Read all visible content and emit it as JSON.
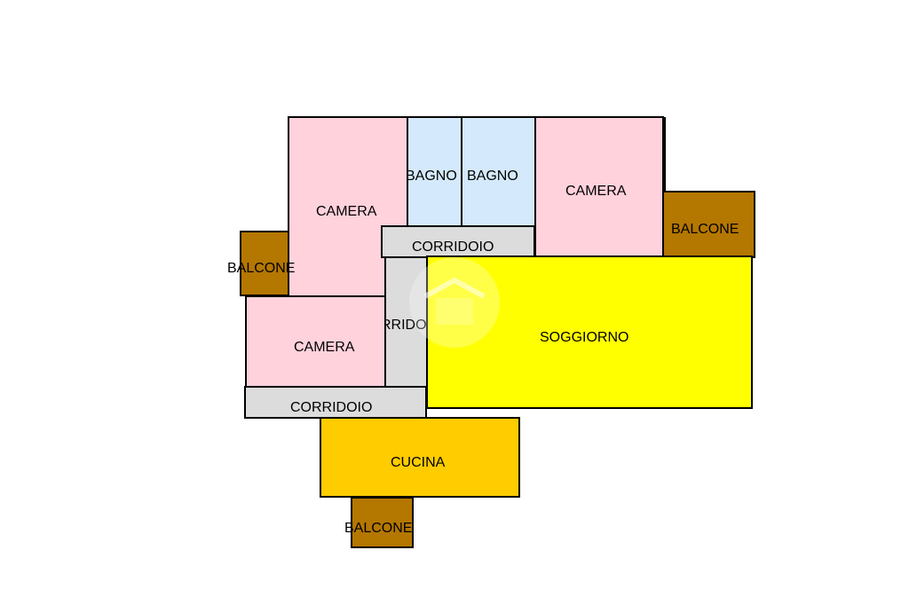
{
  "colors": {
    "camera": "#ffd2dc",
    "bagno": "#d4e9fb",
    "corridoio": "#dcdcdc",
    "soggiorno": "#ffff00",
    "cucina": "#ffcc00",
    "balcone": "#b47700",
    "wall": "#000000"
  },
  "rooms": {
    "camera_top_left": "CAMERA",
    "bagno_1": "BAGNO",
    "bagno_2": "BAGNO",
    "camera_top_right": "CAMERA",
    "balcone_right": "BALCONE",
    "corridoio_top": "CORRIDOIO",
    "balcone_left": "BALCONE",
    "corridoio_vertical": "CORRIDOIO",
    "soggiorno": "SOGGIORNO",
    "camera_bottom_left": "CAMERA",
    "corridoio_bottom": "CORRIDOIO",
    "cucina": "CUCINA",
    "balcone_bottom": "BALCONE"
  },
  "watermark_icon": "house-logo-icon"
}
